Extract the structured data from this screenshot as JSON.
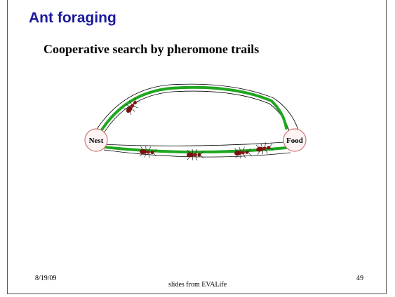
{
  "slide": {
    "title": "Ant foraging",
    "subtitle": "Cooperative search by pheromone trails",
    "footer_date": "8/19/09",
    "footer_source": "slides from EVALife",
    "page_number": "49"
  },
  "diagram": {
    "nodes": [
      {
        "id": "nest",
        "label": "Nest"
      },
      {
        "id": "food",
        "label": "Food"
      }
    ],
    "paths": [
      {
        "id": "upper",
        "from": "nest",
        "to": "food",
        "pheromone": true
      },
      {
        "id": "lower",
        "from": "nest",
        "to": "food",
        "pheromone": true
      }
    ],
    "colors": {
      "pheromone": "#1fa61f",
      "node_fill": "#fff4f4",
      "node_stroke": "#d07a7a",
      "ant_body": "#7a1010",
      "path_outline": "#000000"
    }
  }
}
